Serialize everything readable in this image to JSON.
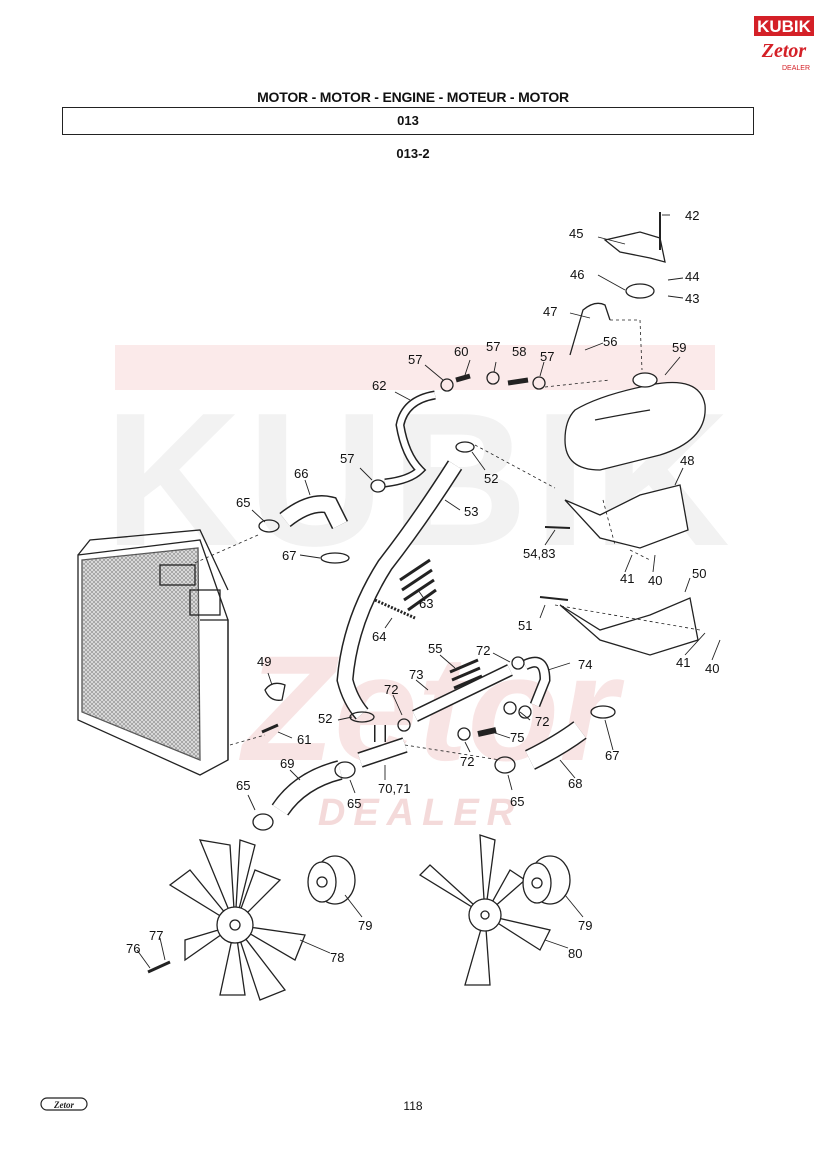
{
  "header": {
    "title": "MOTOR - MOTOR - ENGINE - MOTEUR - MOTOR",
    "group_code": "013",
    "figure_code": "013-2"
  },
  "logo": {
    "brand": "KUBIK",
    "sub": "Zetor",
    "dealer": "DEALER"
  },
  "watermark": {
    "brand": "KUBIK",
    "sub": "Zetor",
    "dealer": "DEALER"
  },
  "footer": {
    "page_number": "118",
    "brand_mark": "Zetor"
  },
  "colors": {
    "watermark": "#f7d9d9",
    "logo_red": "#d42027",
    "line": "#222222"
  },
  "part_labels": {
    "p40a": "40",
    "p40b": "40",
    "p41a": "41",
    "p41b": "41",
    "p42": "42",
    "p43": "43",
    "p44": "44",
    "p45": "45",
    "p46": "46",
    "p47": "47",
    "p48": "48",
    "p49": "49",
    "p50": "50",
    "p51": "51",
    "p52a": "52",
    "p52b": "52",
    "p53": "53",
    "p5483": "54,83",
    "p55": "55",
    "p56": "56",
    "p57a": "57",
    "p57b": "57",
    "p57c": "57",
    "p57d": "57",
    "p58": "58",
    "p59": "59",
    "p60": "60",
    "p61": "61",
    "p62": "62",
    "p63": "63",
    "p64": "64",
    "p65a": "65",
    "p65b": "65",
    "p65c": "65",
    "p65d": "65",
    "p66": "66",
    "p67a": "67",
    "p67b": "67",
    "p68": "68",
    "p69": "69",
    "p7071": "70,71",
    "p72a": "72",
    "p72b": "72",
    "p72c": "72",
    "p72d": "72",
    "p73": "73",
    "p74": "74",
    "p75": "75",
    "p76": "76",
    "p77": "77",
    "p78": "78",
    "p79a": "79",
    "p79b": "79",
    "p80": "80"
  }
}
